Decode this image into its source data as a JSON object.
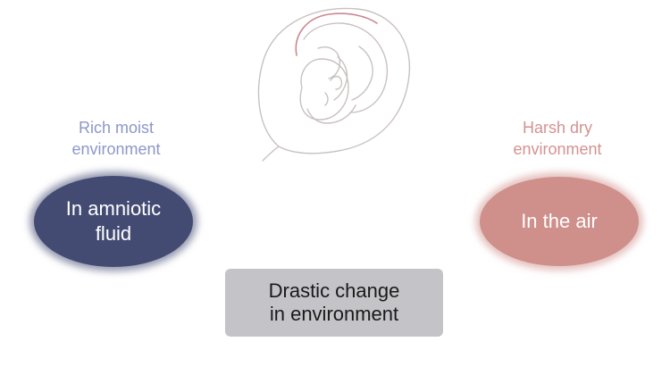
{
  "illustration": {
    "icon": "fetus-in-womb-icon",
    "stroke_color": "#c9c1c1",
    "accent_color": "#c9878f"
  },
  "left": {
    "caption": "Rich moist\nenvironment",
    "label": "In amniotic\nfluid",
    "caption_color": "#8d97c8",
    "fill_color": "#434b73"
  },
  "right": {
    "caption": "Harsh dry\nenvironment",
    "label": "In the air",
    "caption_color": "#d49290",
    "fill_color": "#cf8f8b"
  },
  "center": {
    "label": "Drastic change\nin environment",
    "fill_color": "#c3c3c8"
  }
}
